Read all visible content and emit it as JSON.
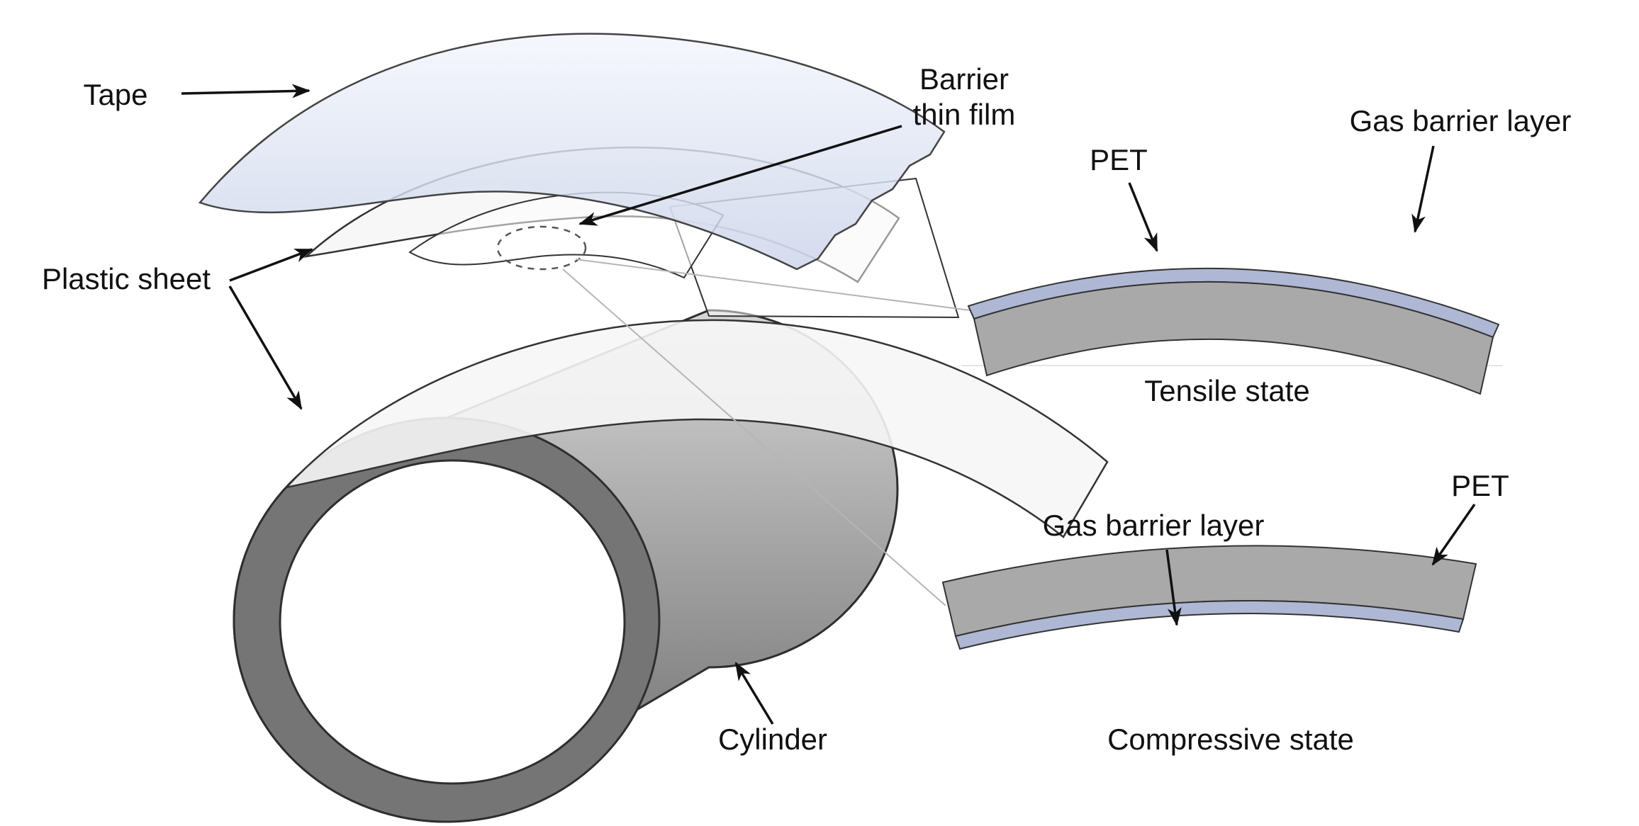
{
  "figure": {
    "assembly": {
      "tape_label": "Tape",
      "plastic_sheet_label": "Plastic sheet",
      "barrier_film_label_line1": "Barrier",
      "barrier_film_label_line2": "thin film",
      "cylinder_label": "Cylinder"
    },
    "tensile": {
      "pet_label": "PET",
      "gas_barrier_label": "Gas barrier layer",
      "caption": "Tensile state"
    },
    "compressive": {
      "gas_barrier_label": "Gas barrier layer",
      "pet_label": "PET",
      "caption": "Compressive state"
    },
    "colors": {
      "pet_gray": "#a9a9a9",
      "gas_barrier_blue": "#aeb8d4",
      "cylinder_light": "#d6d6d6",
      "cylinder_dark": "#6b6b6b",
      "cylinder_rim": "#757575",
      "tape_blue": "#e7ecf9",
      "sheet_white": "#f6f6f6"
    }
  }
}
